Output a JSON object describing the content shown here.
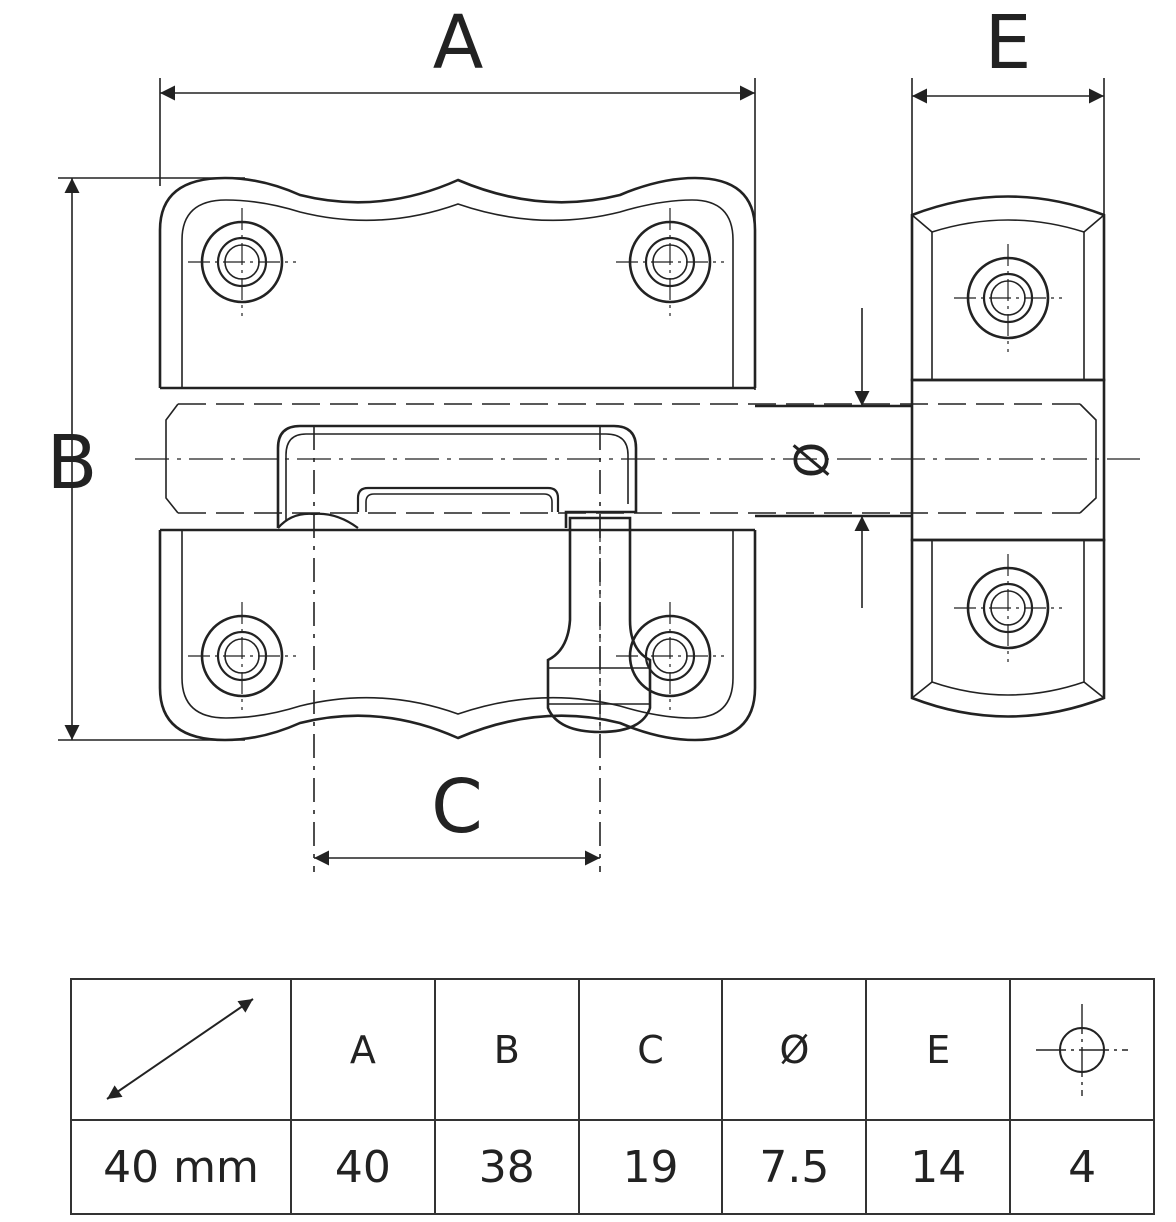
{
  "drawing": {
    "dimension_labels": {
      "a": "A",
      "b": "B",
      "c": "C",
      "e": "E",
      "diameter": "Ø"
    }
  },
  "table": {
    "header_icons": {
      "size_icon": "diagonal-double-arrow-icon",
      "hole_icon": "screw-hole-crosshair-icon"
    },
    "headers": [
      "A",
      "B",
      "C",
      "Ø",
      "E"
    ],
    "row": {
      "size": "40 mm",
      "values": [
        "40",
        "38",
        "19",
        "7.5",
        "14",
        "4"
      ]
    }
  }
}
